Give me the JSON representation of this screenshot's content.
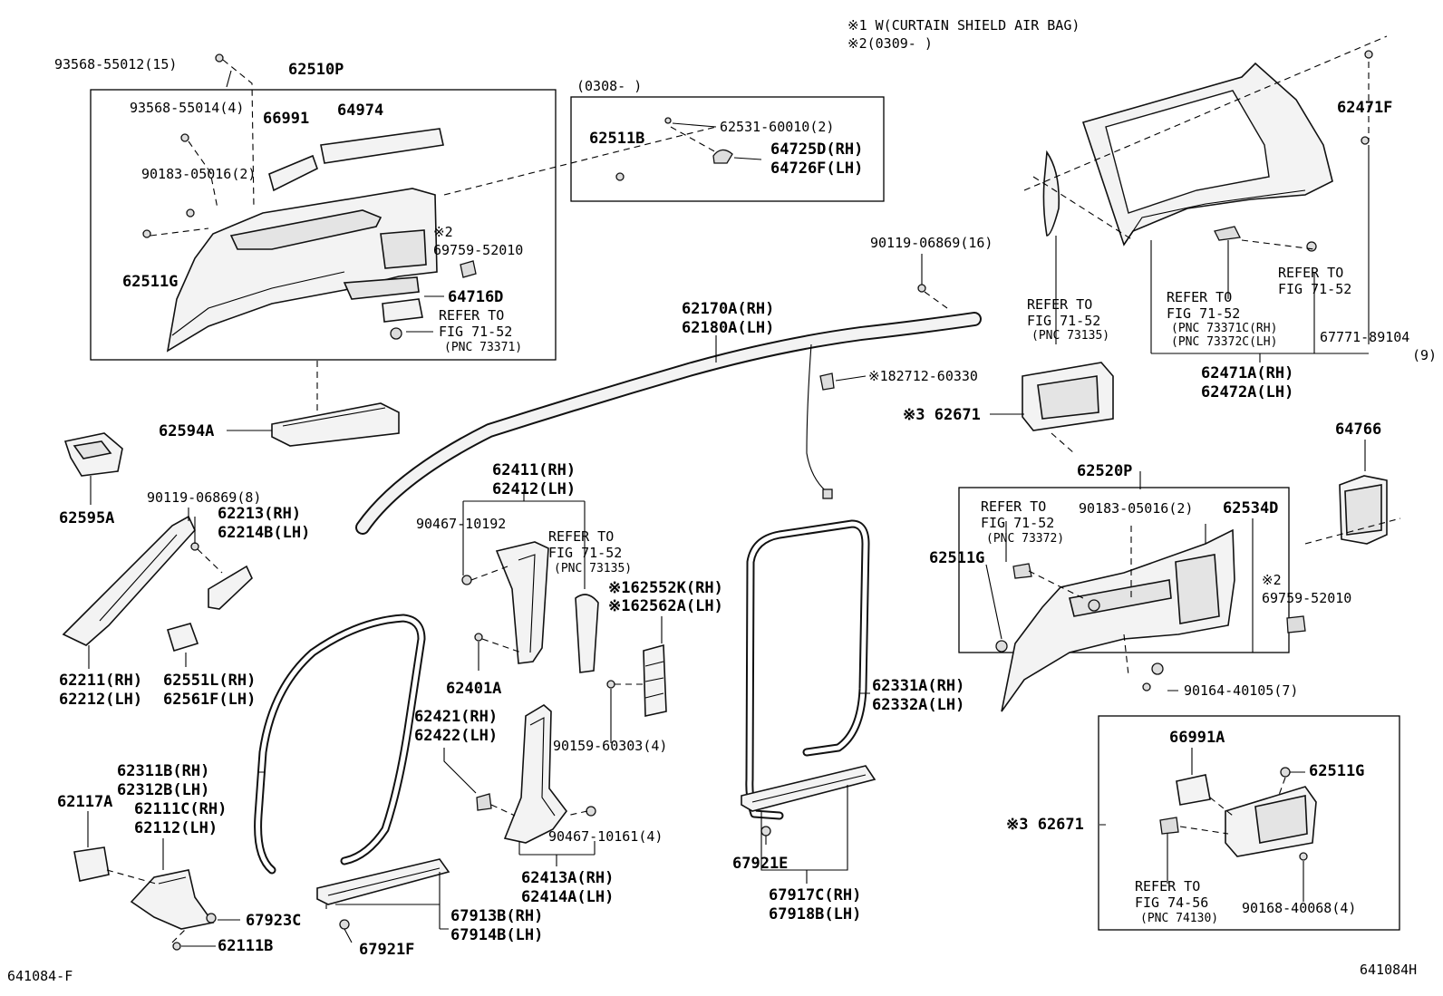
{
  "notes": {
    "note1": "※1 W(CURTAIN SHIELD AIR BAG)",
    "note2": "※2(0309-    )"
  },
  "date_box": "(0308-      )",
  "footer": {
    "left_code": "641084-F",
    "right_code": "641084H"
  },
  "parts": {
    "p93568_55012": "93568-55012(15)",
    "p62510P": "62510P",
    "p93568_55014": "93568-55014(4)",
    "p66991": "66991",
    "p64974": "64974",
    "p90183_05016_a": "90183-05016(2)",
    "p69759_52010_a": "69759-52010",
    "note2_a": "※2",
    "p62511G_a": "62511G",
    "p64716D": "64716D",
    "refer_a1": "REFER TO",
    "refer_a2": "FIG 71-52",
    "refer_a3": "(PNC 73371)",
    "p62531_60010": "62531-60010(2)",
    "p62511B": "62511B",
    "p64725D": "64725D(RH)",
    "p64726F": "64726F(LH)",
    "p62471F": "62471F",
    "refer_b1": "REFER TO",
    "refer_b2": "FIG 71-52",
    "refer_c1": "REFER TO",
    "refer_c2": "FIG 71-52",
    "refer_c3": "(PNC 73135)",
    "refer_d1": "REFER TO",
    "refer_d2": "FIG 71-52",
    "refer_d3": "(PNC 73371C(RH)",
    "refer_d4": "(PNC 73372C(LH)",
    "p67771_89104": "67771-89104",
    "p67771_qty": "(9)",
    "p62471A": "62471A(RH)",
    "p62472A": "62472A(LH)",
    "p90119_06869_a": "90119-06869(16)",
    "p62170A": "62170A(RH)",
    "p62180A": "62180A(LH)",
    "p182712": "※182712-60330",
    "p62671_a": "※3 62671",
    "p62594A": "62594A",
    "p62595A": "62595A",
    "p64766": "64766",
    "p62520P": "62520P",
    "refer_e1": "REFER TO",
    "refer_e2": "FIG 71-52",
    "refer_e3": "(PNC 73372)",
    "p90183_05016_b": "90183-05016(2)",
    "p62534D": "62534D",
    "p62511G_b": "62511G",
    "note2_b": "※2",
    "p69759_52010_b": "69759-52010",
    "p90164_40105": "90164-40105(7)",
    "p62411": "62411(RH)",
    "p62412": "62412(LH)",
    "p90467_10192": "90467-10192",
    "refer_f1": "REFER TO",
    "refer_f2": "FIG 71-52",
    "refer_f3": "(PNC 73135)",
    "p162552K": "※162552K(RH)",
    "p162562A": "※162562A(LH)",
    "p90119_06869_b": "90119-06869(8)",
    "p62213": "62213(RH)",
    "p62214B": "62214B(LH)",
    "p62401A": "62401A",
    "p62211": "62211(RH)",
    "p62212": "62212(LH)",
    "p62551L": "62551L(RH)",
    "p62561F": "62561F(LH)",
    "p62331A": "62331A(RH)",
    "p62332A": "62332A(LH)",
    "p62421": "62421(RH)",
    "p62422": "62422(LH)",
    "p90159_60303": "90159-60303(4)",
    "p62311B": "62311B(RH)",
    "p62312B": "62312B(LH)",
    "p62117A": "62117A",
    "p62111C": "62111C(RH)",
    "p62112": "62112(LH)",
    "p90467_10161": "90467-10161(4)",
    "p62413A": "62413A(RH)",
    "p62414A": "62414A(LH)",
    "p67921E": "67921E",
    "p67917C": "67917C(RH)",
    "p67918B": "67918B(LH)",
    "p67923C": "67923C",
    "p62111B": "62111B",
    "p67913B": "67913B(RH)",
    "p67914B": "67914B(LH)",
    "p67921F": "67921F",
    "p66991A": "66991A",
    "p62511G_c": "62511G",
    "p62671_b": "※3 62671",
    "refer_g1": "REFER TO",
    "refer_g2": "FIG 74-56",
    "refer_g3": "(PNC 74130)",
    "p90168_40068": "90168-40068(4)"
  },
  "colors": {
    "ink": "#000000",
    "part_fill": "#f3f3f3",
    "background": "#ffffff"
  }
}
